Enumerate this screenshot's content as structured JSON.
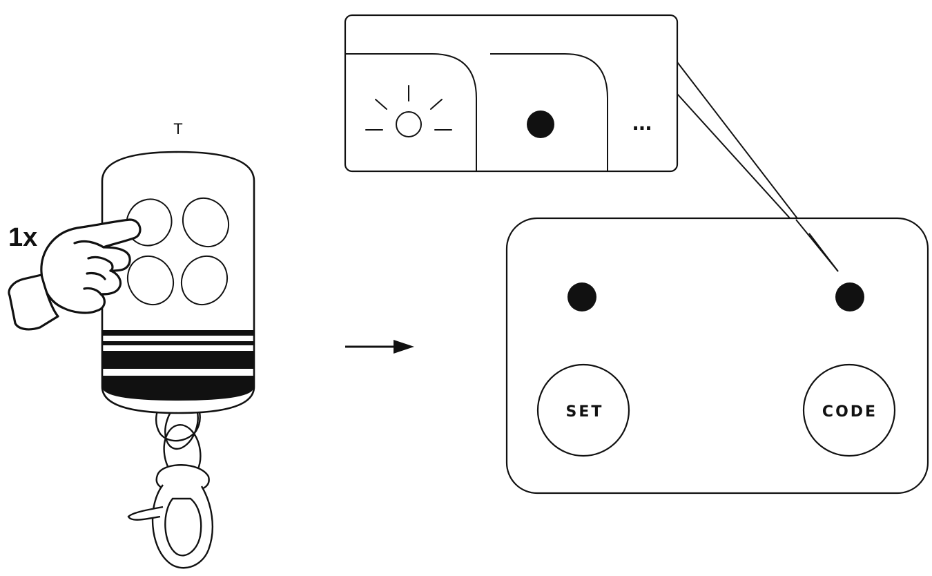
{
  "remote": {
    "top_label": "T",
    "press_count": "1x"
  },
  "callout": {
    "ellipsis": "..."
  },
  "receiver": {
    "set_label": "SET",
    "code_label": "CODE"
  },
  "colors": {
    "ink": "#111111",
    "background": "#ffffff"
  }
}
